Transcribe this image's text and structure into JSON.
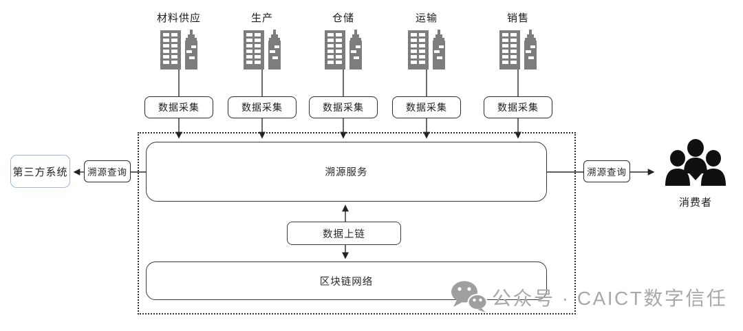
{
  "diagram": {
    "stages": [
      {
        "name": "材料供应",
        "collector": "数据采集"
      },
      {
        "name": "生产",
        "collector": "数据采集"
      },
      {
        "name": "仓储",
        "collector": "数据采集"
      },
      {
        "name": "运输",
        "collector": "数据采集"
      },
      {
        "name": "销售",
        "collector": "数据采集"
      }
    ],
    "platform": {
      "trace_service": "溯源服务",
      "data_onchain": "数据上链",
      "blockchain": "区块链网络"
    },
    "left_branch": {
      "system": "第三方系统",
      "query": "溯源查询"
    },
    "right_branch": {
      "query": "溯源查询",
      "consumer": "消费者"
    }
  },
  "icons": {
    "stage": "building-icon",
    "consumer": "consumers-icon",
    "watermark": "wechat-icon"
  },
  "watermark": {
    "text": "公众号 · CAICT数字信任"
  },
  "colors": {
    "background": "#ffffff",
    "box_border": "#3a3a3a",
    "third_party_border": "#a4b8d9",
    "building_gray": "#7d7d7d",
    "consumer_black": "#111111",
    "watermark_gray": "#a8a8a8",
    "line_color": "#2b2b2b"
  }
}
